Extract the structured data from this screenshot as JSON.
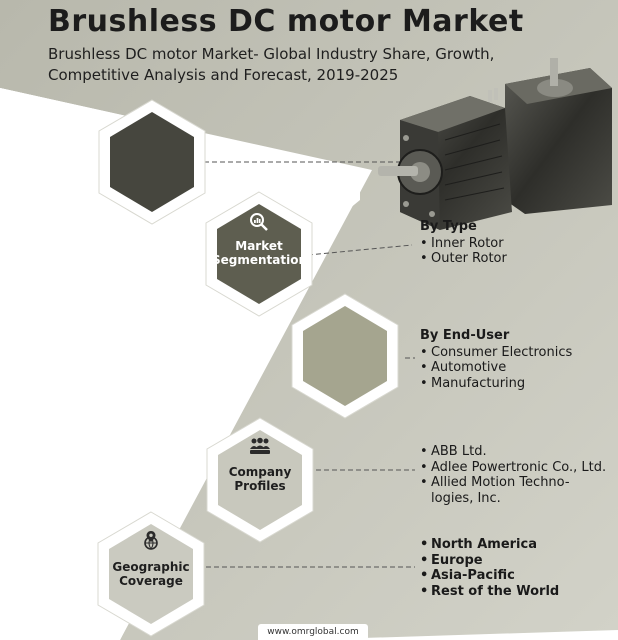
{
  "title": "Brushless DC motor Market",
  "subtitle": "Brushless DC motor Market- Global Industry Share, Growth, Competitive Analysis and Forecast, 2019-2025",
  "segments": [
    {
      "label_line1": "Market",
      "label_line2": "Segmentation",
      "icon": "magnifier-chart-icon"
    },
    {
      "label_line1": "Company",
      "label_line2": "Profiles",
      "icon": "people-group-icon"
    },
    {
      "label_line1": "Geographic",
      "label_line2": "Coverage",
      "icon": "map-pin-globe-icon"
    }
  ],
  "by_type": {
    "heading": "By Type",
    "items": [
      "Inner Rotor",
      "Outer Rotor"
    ]
  },
  "by_end_user": {
    "heading": "By End-User",
    "items": [
      "Consumer Electronics",
      "Automotive",
      "Manufacturing"
    ]
  },
  "companies": {
    "items": [
      "ABB Ltd.",
      "Adlee Powertronic Co., Ltd.",
      "Allied Motion Techno-",
      "logies, Inc."
    ]
  },
  "regions": {
    "items": [
      "North America",
      "Europe",
      "Asia-Pacific",
      "Rest of the World"
    ]
  },
  "footer": "www.omrglobal.com",
  "colors": {
    "background": "#c9c9bf",
    "hex_dark": "#4a4a40",
    "hex_olive": "#5e5e50",
    "hex_light": "#a6a690",
    "white": "#ffffff"
  }
}
